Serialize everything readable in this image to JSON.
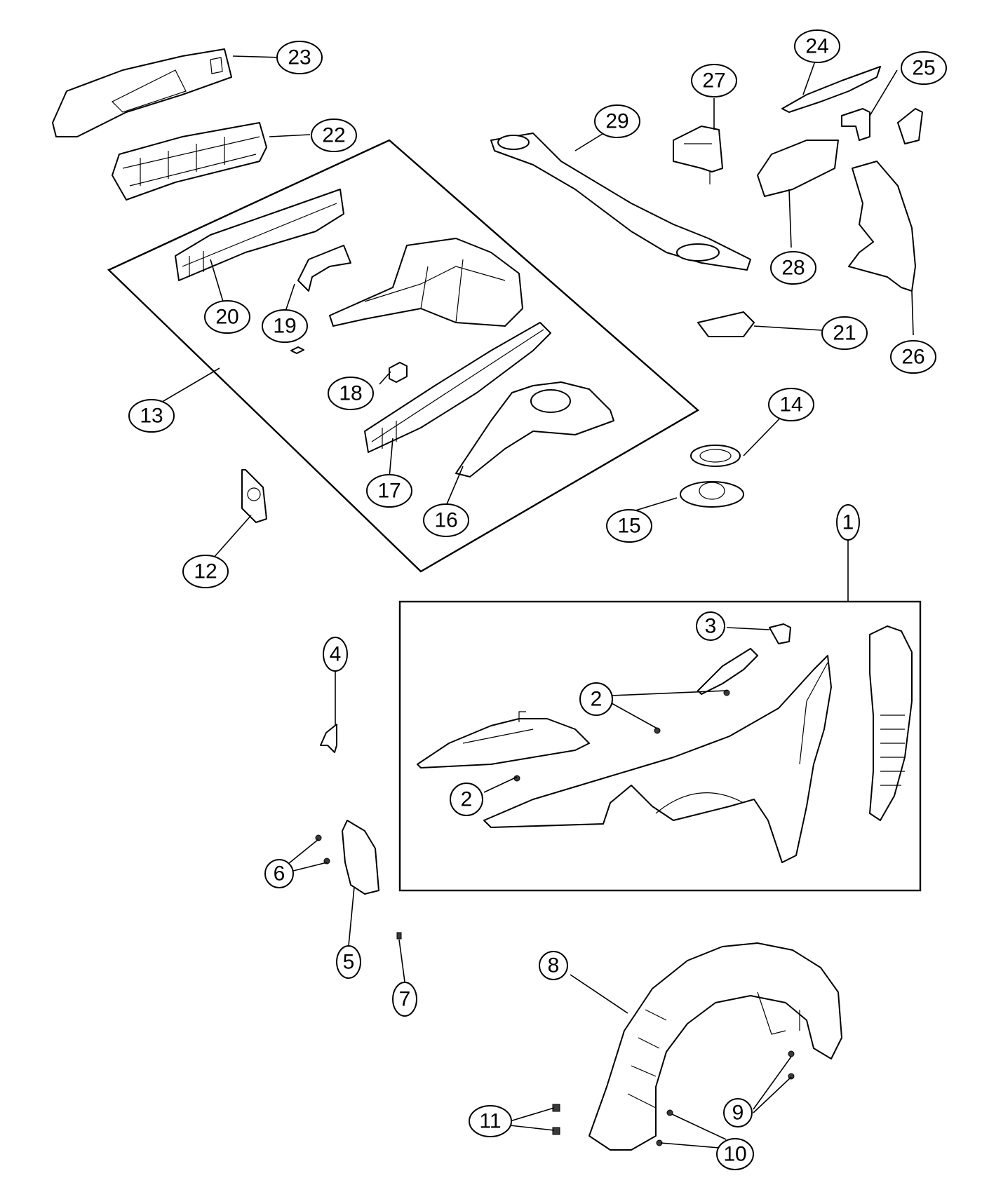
{
  "callouts": {
    "c1": "1",
    "c2a": "2",
    "c2b": "2",
    "c3": "3",
    "c4": "4",
    "c5": "5",
    "c6": "6",
    "c7": "7",
    "c8": "8",
    "c9": "9",
    "c10": "10",
    "c11": "11",
    "c12": "12",
    "c13": "13",
    "c14": "14",
    "c15": "15",
    "c16": "16",
    "c17": "17",
    "c18": "18",
    "c19": "19",
    "c20": "20",
    "c21": "21",
    "c22": "22",
    "c23": "23",
    "c24": "24",
    "c25": "25",
    "c26": "26",
    "c27": "27",
    "c28": "28",
    "c29": "29"
  },
  "colors": {
    "line": "#000000",
    "background": "#ffffff"
  }
}
